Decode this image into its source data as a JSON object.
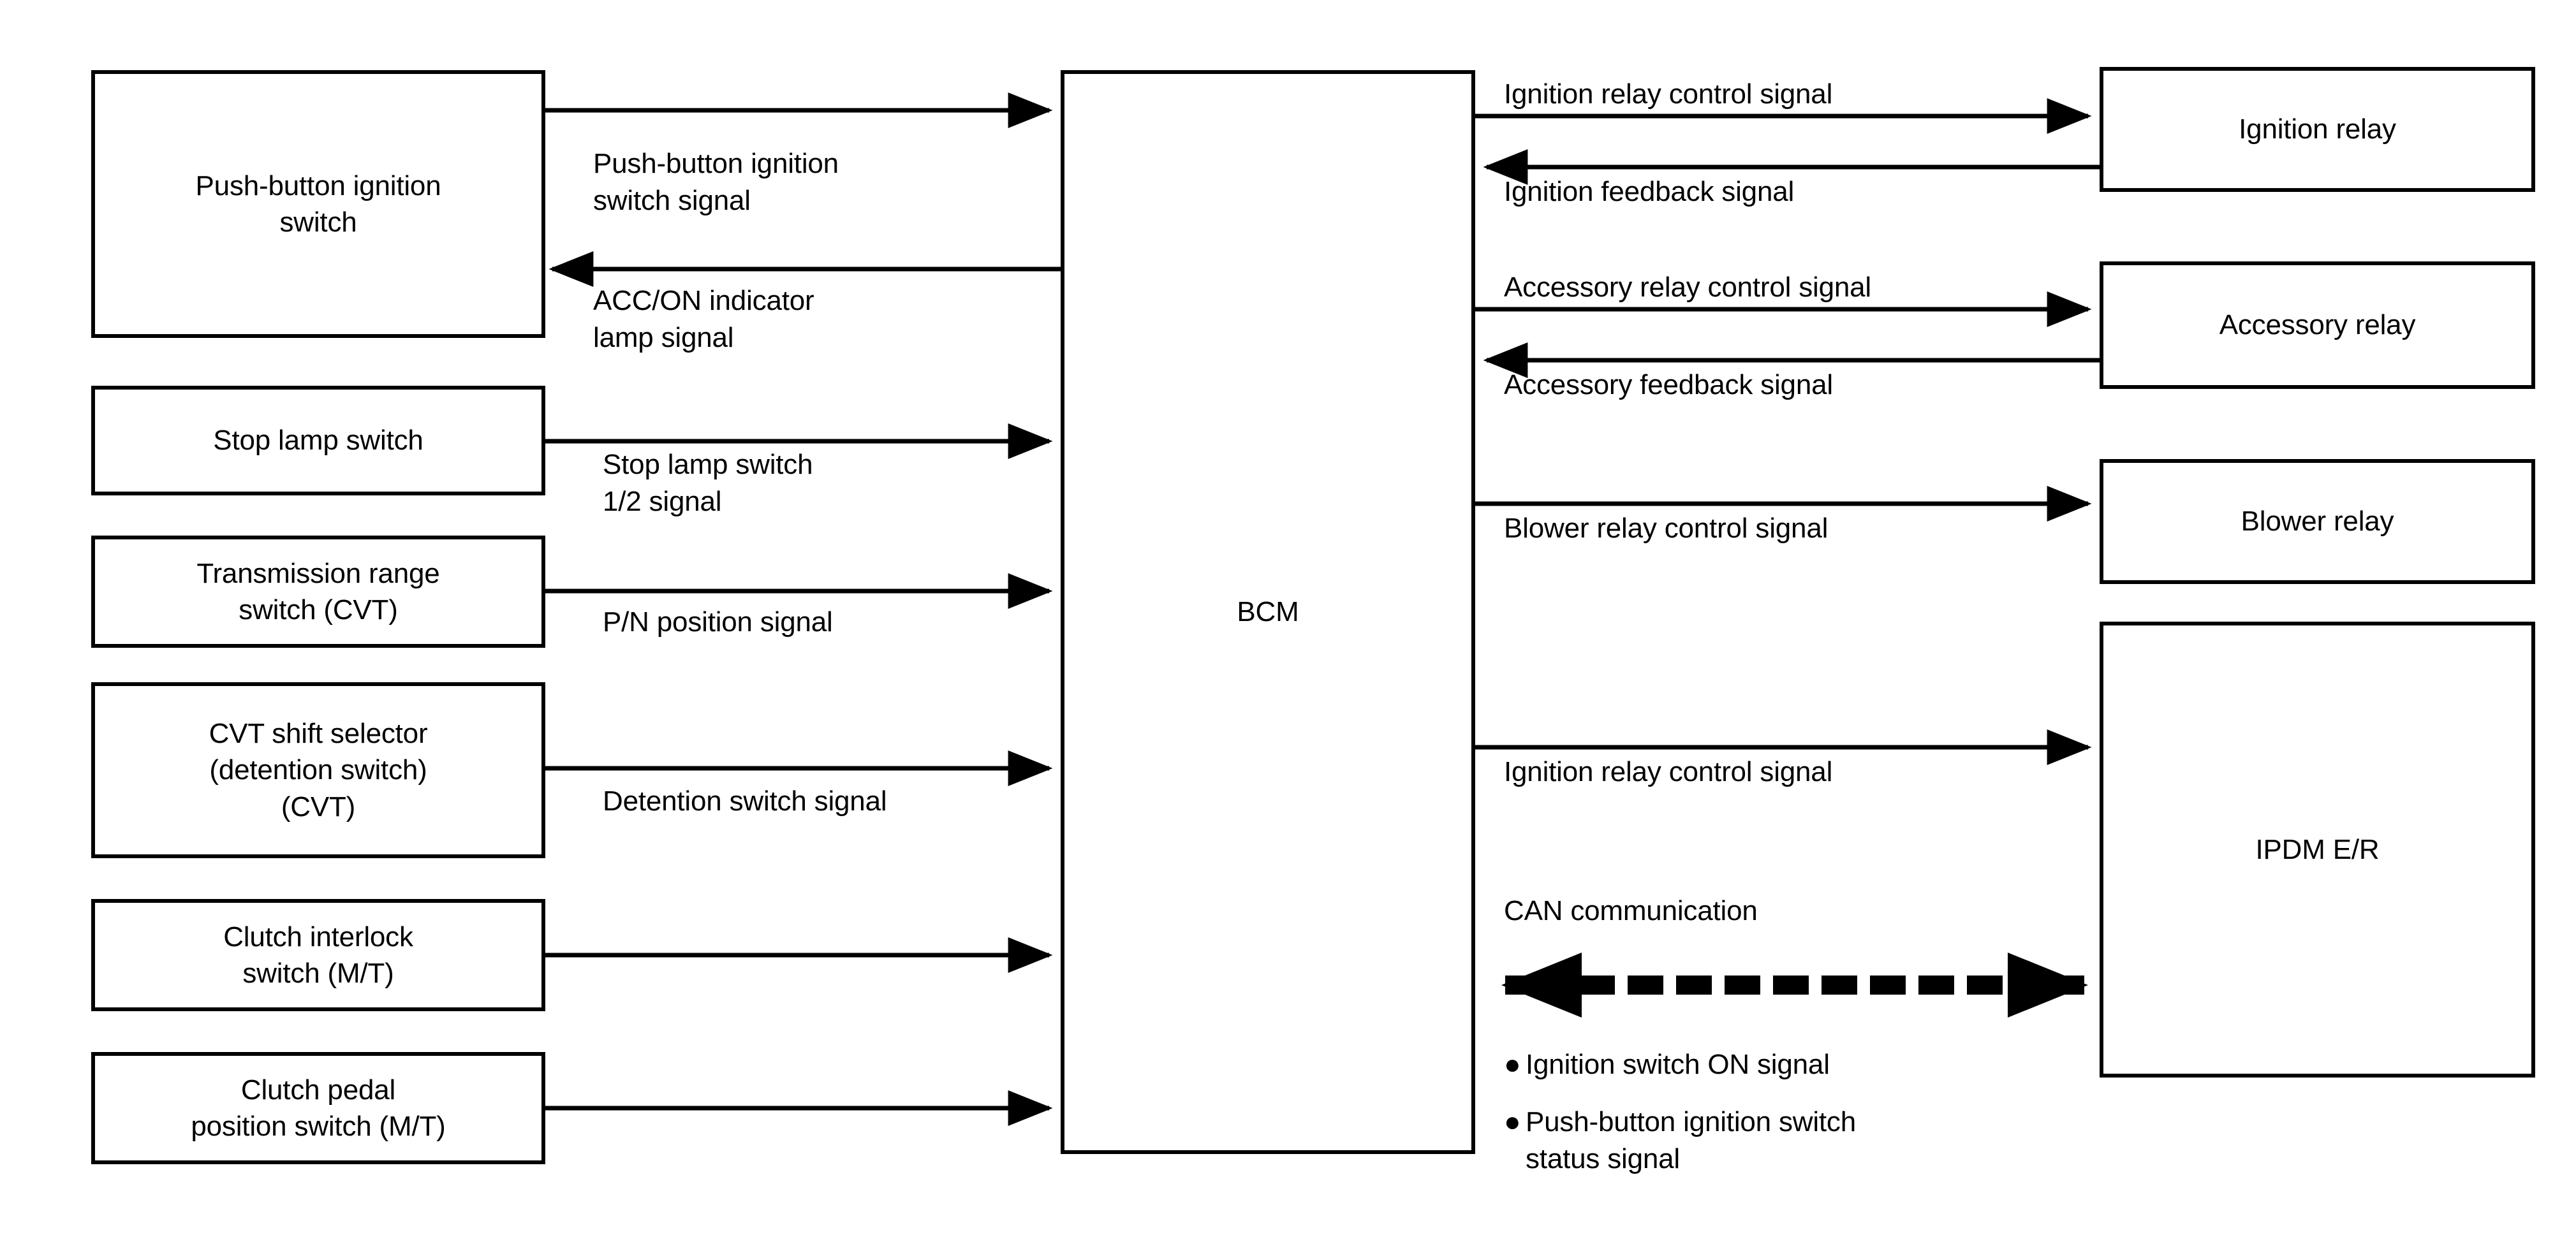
{
  "diagram": {
    "title": "BCM ignition / relay control system block diagram",
    "center_unit": {
      "label": "BCM"
    },
    "inputs": [
      {
        "name": "push-button-ignition-switch",
        "label": "Push-button ignition\nswitch"
      },
      {
        "name": "stop-lamp-switch",
        "label": "Stop lamp switch"
      },
      {
        "name": "transmission-range-switch",
        "label": "Transmission range\nswitch (CVT)"
      },
      {
        "name": "cvt-shift-selector",
        "label": "CVT shift selector\n(detention switch)\n(CVT)"
      },
      {
        "name": "clutch-interlock-switch",
        "label": "Clutch interlock\nswitch (M/T)"
      },
      {
        "name": "clutch-pedal-position-switch",
        "label": "Clutch pedal\nposition switch (M/T)"
      }
    ],
    "outputs": [
      {
        "name": "ignition-relay",
        "label": "Ignition relay"
      },
      {
        "name": "accessory-relay",
        "label": "Accessory relay"
      },
      {
        "name": "blower-relay",
        "label": "Blower relay"
      },
      {
        "name": "ipdm-er",
        "label": "IPDM E/R"
      }
    ],
    "left_signals": [
      {
        "name": "push-button-ignition-switch-signal",
        "label": "Push-button ignition\nswitch signal",
        "direction": "to-bcm"
      },
      {
        "name": "acc-on-indicator-lamp-signal",
        "label": "ACC/ON indicator\nlamp signal",
        "direction": "from-bcm"
      },
      {
        "name": "stop-lamp-switch-signal",
        "label": "Stop lamp switch\n1/2 signal",
        "direction": "to-bcm"
      },
      {
        "name": "pn-position-signal",
        "label": "P/N position signal",
        "direction": "to-bcm"
      },
      {
        "name": "detention-switch-signal",
        "label": "Detention switch signal",
        "direction": "to-bcm"
      }
    ],
    "right_signals": [
      {
        "name": "ignition-relay-control-signal",
        "label": "Ignition relay control signal",
        "direction": "to-device"
      },
      {
        "name": "ignition-feedback-signal",
        "label": "Ignition feedback signal",
        "direction": "to-bcm"
      },
      {
        "name": "accessory-relay-control-signal",
        "label": "Accessory relay control signal",
        "direction": "to-device"
      },
      {
        "name": "accessory-feedback-signal",
        "label": "Accessory feedback signal",
        "direction": "to-bcm"
      },
      {
        "name": "blower-relay-control-signal",
        "label": "Blower relay control signal",
        "direction": "to-device"
      },
      {
        "name": "ipdm-ignition-relay-control-signal",
        "label": "Ignition relay control signal",
        "direction": "to-device"
      }
    ],
    "can_bus": {
      "name": "can-communication",
      "label": "CAN communication",
      "direction": "bidirectional",
      "items": [
        "Ignition switch ON signal",
        "Push-button ignition switch\nstatus signal"
      ]
    },
    "colors": {
      "line": "#000000",
      "background": "#ffffff",
      "text": "#000000"
    }
  }
}
